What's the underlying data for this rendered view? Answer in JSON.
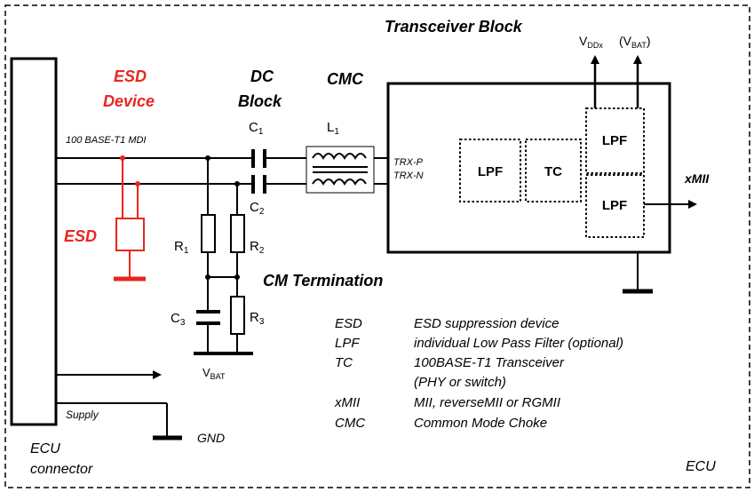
{
  "labels": {
    "transceiver_block": "Transceiver Block",
    "vddx_main": "V",
    "vddx_sub": "DDx",
    "vbat_top_open": "(V",
    "vbat_top_sub": "BAT",
    "vbat_top_close": ")",
    "esd_device_line1": "ESD",
    "esd_device_line2": "Device",
    "dc_block_line1": "DC",
    "dc_block_line2": "Block",
    "cmc": "CMC",
    "mdi": "100 BASE-T1 MDI",
    "c1_main": "C",
    "c1_sub": "1",
    "c2_main": "C",
    "c2_sub": "2",
    "l1_main": "L",
    "l1_sub": "1",
    "trx_p": "TRX-P",
    "trx_n": "TRX-N",
    "lpf_inner": "LPF",
    "tc": "TC",
    "lpf_top": "LPF",
    "lpf_bottom": "LPF",
    "xmii": "xMII",
    "esd": "ESD",
    "r1_main": "R",
    "r1_sub": "1",
    "r2_main": "R",
    "r2_sub": "2",
    "r3_main": "R",
    "r3_sub": "3",
    "c3_main": "C",
    "c3_sub": "3",
    "cm_termination": "CM Termination",
    "vbat_bottom_main": "V",
    "vbat_bottom_sub": "BAT",
    "supply": "Supply",
    "gnd": "GND",
    "ecu_connector_line1": "ECU",
    "ecu_connector_line2": "connector",
    "ecu": "ECU"
  },
  "legend": [
    {
      "abbr": "ESD",
      "desc": "ESD suppression device"
    },
    {
      "abbr": "LPF",
      "desc": "individual Low Pass Filter (optional)"
    },
    {
      "abbr": "TC",
      "desc": "100BASE-T1 Transceiver"
    },
    {
      "abbr": "",
      "desc": "(PHY or switch)"
    },
    {
      "abbr": "xMII",
      "desc": "MII, reverseMII or RGMII"
    },
    {
      "abbr": "CMC",
      "desc": "Common Mode Choke"
    }
  ],
  "colors": {
    "esd_red": "#e8261f",
    "line": "#000000"
  }
}
